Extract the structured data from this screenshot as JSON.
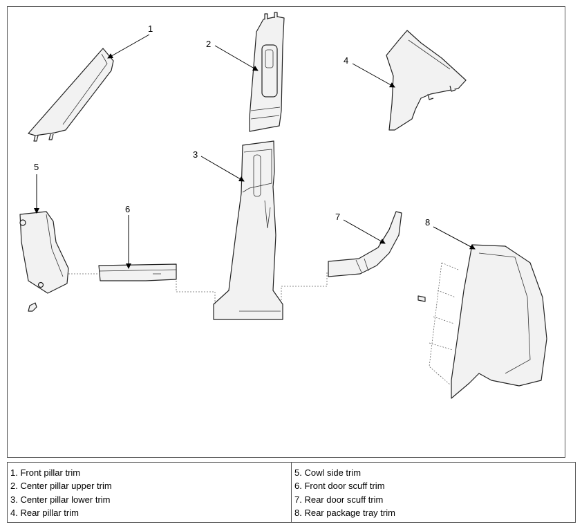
{
  "callouts": {
    "c1": "1",
    "c2": "2",
    "c3": "3",
    "c4": "4",
    "c5": "5",
    "c6": "6",
    "c7": "7",
    "c8": "8"
  },
  "legend": {
    "left": [
      "1. Front pillar trim",
      "2. Center pillar upper trim",
      "3. Center pillar lower trim",
      "4. Rear pillar trim"
    ],
    "right": [
      "5. Cowl side trim",
      "6. Front door scuff trim",
      "7. Rear door scuff trim",
      "8. Rear package tray trim"
    ]
  }
}
